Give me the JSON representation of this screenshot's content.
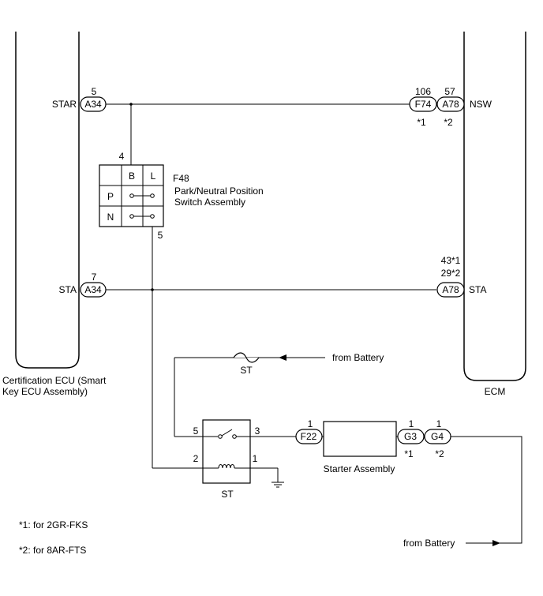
{
  "components": {
    "cert_ecu": {
      "label_line1": "Certification ECU (Smart",
      "label_line2": "Key ECU Assembly)"
    },
    "ecm": {
      "label": "ECM"
    },
    "park_neutral_switch": {
      "code": "F48",
      "label_line1": "Park/Neutral Position",
      "label_line2": "Switch Assembly",
      "col_b": "B",
      "col_l": "L",
      "row_p": "P",
      "row_n": "N",
      "pin_top": "4",
      "pin_bottom": "5"
    },
    "st_relay": {
      "label": "ST",
      "pin_5": "5",
      "pin_3": "3",
      "pin_2": "2",
      "pin_1": "1"
    },
    "st_fuse": {
      "label": "ST"
    },
    "starter": {
      "label": "Starter Assembly"
    }
  },
  "signals": {
    "star": {
      "name": "STAR",
      "pin": "5",
      "connector": "A34"
    },
    "sta_left": {
      "name": "STA",
      "pin": "7",
      "connector": "A34"
    },
    "nsw": {
      "name": "NSW",
      "pin_f74": "106",
      "connector_f74": "F74",
      "note_f74": "*1",
      "pin_a78": "57",
      "connector_a78": "A78",
      "note_a78": "*2"
    },
    "sta_right": {
      "name": "STA",
      "pin_line1": "43*1",
      "pin_line2": "29*2",
      "connector": "A78"
    }
  },
  "starter_connectors": {
    "f22": {
      "code": "F22",
      "pin": "1"
    },
    "g3": {
      "code": "G3",
      "pin": "1",
      "note": "*1"
    },
    "g4": {
      "code": "G4",
      "pin": "1",
      "note": "*2"
    }
  },
  "battery": {
    "top": "from Battery",
    "bottom": "from Battery"
  },
  "notes": {
    "note1": "*1: for 2GR-FKS",
    "note2": "*2: for 8AR-FTS"
  }
}
